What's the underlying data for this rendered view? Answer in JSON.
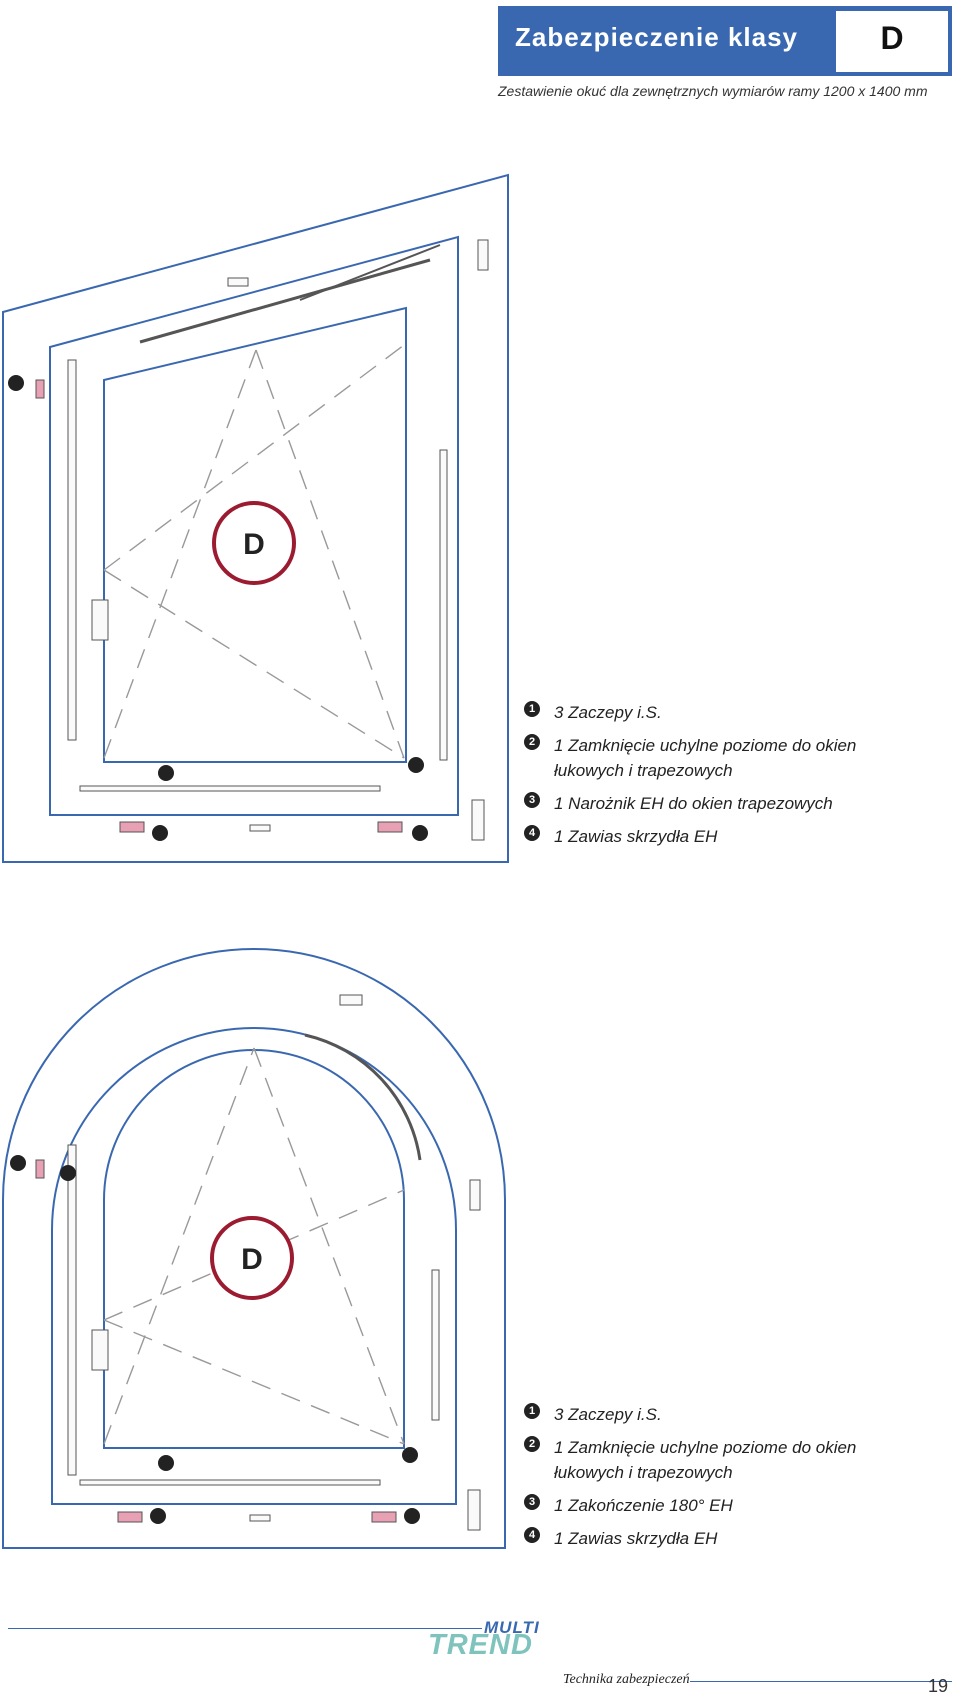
{
  "header": {
    "title": "Zabezpieczenie klasy",
    "class_letter": "D"
  },
  "subtitle": "Zestawienie okuć dla zewnętrznych wymiarów ramy 1200 x 1400 mm",
  "figures": [
    {
      "badge": "D",
      "legend": [
        {
          "num": "1",
          "text": "3 Zaczepy i.S."
        },
        {
          "num": "2",
          "text": "1 Zamknięcie uchylne poziome do okien",
          "text2": "łukowych i trapezowych"
        },
        {
          "num": "3",
          "text": "1 Narożnik EH do okien trapezowych"
        },
        {
          "num": "4",
          "text": "1 Zawias skrzydła EH"
        }
      ]
    },
    {
      "badge": "D",
      "legend": [
        {
          "num": "1",
          "text": "3 Zaczepy i.S."
        },
        {
          "num": "2",
          "text": "1 Zamknięcie uchylne poziome do okien",
          "text2": "łukowych i trapezowych"
        },
        {
          "num": "3",
          "text": "1 Zakończenie 180° EH"
        },
        {
          "num": "4",
          "text": "1 Zawias skrzydła EH"
        }
      ]
    }
  ],
  "footer": {
    "logo_top": "MULTI",
    "logo_bottom": "TREND",
    "tagline": "Technika zabezpieczeń",
    "page_number": "19"
  },
  "colors": {
    "frame_blue": "#3a68b0",
    "badge_red": "#9b1b30",
    "logo_teal": "#7fc3bd"
  }
}
